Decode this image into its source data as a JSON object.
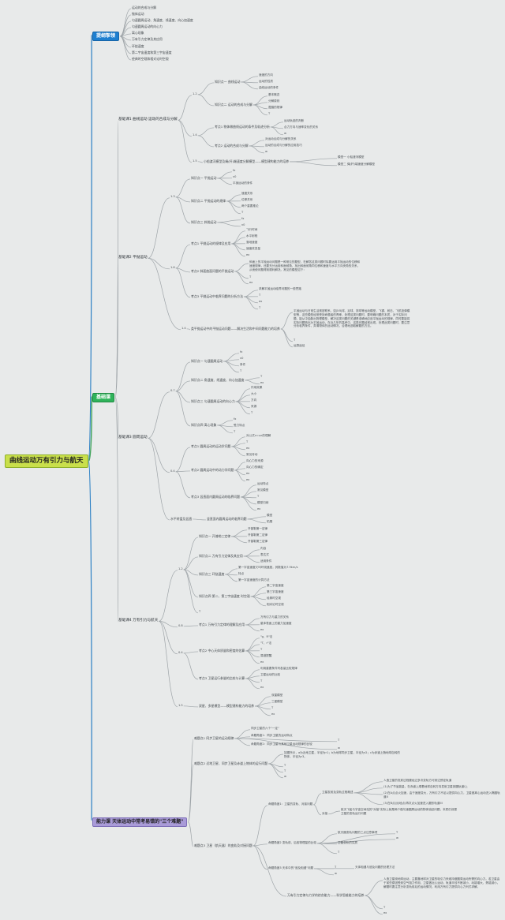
{
  "root": "曲线运动万有引力与航天",
  "branch_a": {
    "title": "提纲挈领",
    "items": [
      "运动的合成与分解",
      "抛体运动",
      "匀速圆周运动、角速度、线速度、向心加速度",
      "匀速圆周运动的向心力",
      "离心现象",
      "万有引力定律及其应用",
      "环绕速度",
      "第二宇宙速度和第三宇宙速度",
      "经典时空观和相对论时空观"
    ]
  },
  "branch_b": {
    "title": "基础课",
    "s1": {
      "title": "基础课1 曲线运动 运动的合成与分解",
      "level_1a": "1.2",
      "k1": {
        "title": "知识点一 曲线运动",
        "items": [
          "速度的方向",
          "运动的性质",
          "曲线运动的条件"
        ]
      },
      "k2": {
        "title": "知识点二 运动的合成与分解",
        "items": [
          "基本概念",
          "分解原则",
          "遵循的规律",
          "T"
        ]
      },
      "level_1b": "1.4",
      "e1": {
        "title": "考点1 物体做曲线运动的条件及轨迹分析",
        "items": [
          "运动轨迹的判断",
          "合力方向与速率变化的关系",
          "w"
        ]
      },
      "e2": {
        "title": "考点2 运动的合成与分解",
        "items": [
          "对运动合成与分解的关系",
          "运动的合成与分解的应用技巧",
          "w"
        ]
      },
      "level_1c": "1.5",
      "m": "小船渡河模型及绳(杆)端速度分解模型——模型建构能力的培养",
      "m_items": [
        "模型一 小船渡河模型",
        "模型二 绳(杆)端速度分解模型"
      ]
    },
    "s2": {
      "title": "基础课2 平抛运动",
      "level_a": "1.3",
      "k1": {
        "title": "知识点一 平抛运动",
        "items": [
          "fx",
          "v0",
          "平抛运动的条件"
        ]
      },
      "k2": {
        "title": "知识点二 平抛运动的规律",
        "items": [
          "速度关系",
          "位移关系",
          "两个重要推论",
          "T"
        ]
      },
      "k3": {
        "title": "知识点三 斜抛运动",
        "items": [
          "fx",
          "v0"
        ]
      },
      "level_b": "1.6",
      "e1": {
        "title": "考点1 平抛运动的规律及应用",
        "items": [
          "飞行时间",
          "水平射程",
          "落地速度",
          "速度改变量",
          "ex"
        ]
      },
      "e2": {
        "title": "考点2 斜面曲面问题的平抛运动",
        "para": "斜面上的平抛运动问题是一种常见的题型，在解答这类问题时除要运用平抛运动的位移和速度规律，还要充分运用斜面倾角，找出斜面倾角同位移和速度与水平方向夹角的关系，从而使问题得到顺利解决。常见的模型如下：",
        "tail": [
          "T",
          "ex"
        ]
      },
      "e3": {
        "title": "考点3 平抛运动中临界问题的分析方法",
        "items": [
          "求解平抛运动临界问题的一般思路",
          "T",
          "ex",
          "T"
        ]
      },
      "level_c": "1.4",
      "m": "类平抛运动中的平抛运动问题——解决生活和中间问题能力的培养",
      "m_para": "平抛运动与日常生活紧密联系，如乒乓球、足球、排球等运动模型，飞镖、射击、飞机投弹模型等，这些模型经常受到命题者的青睐，处理这类问题时，要明确问题的本质，对于实际问题，能从中抽象出物理模型，解决这类问题的关键是准确地应用平抛运动的规律，同时要能将实际问题转化为平抛运动，在近几年的高考中，这类问题经常出现，处理此类问题时，要注意分析临界条件，弄清物体的运动情况，合理地选取解题的方法。",
      "m_tail": [
        "T",
        "运算途径"
      ]
    },
    "s3": {
      "title": "基础课3 圆周运动",
      "level_a": "0.7",
      "k1": {
        "title": "知识点一 匀速圆周运动",
        "items": [
          "fx",
          "v0",
          "条件",
          "T"
        ]
      },
      "k2": {
        "title": "知识点二 角速度、线速度、向心加速度",
        "items": [
          "T",
          "ex"
        ]
      },
      "k3": {
        "title": "知识点三 匀速圆周运动的向心力",
        "items": [
          "作用效果",
          "大小",
          "方向",
          "来源",
          "T"
        ]
      },
      "k4": {
        "title": "知识点四 离心现象",
        "items": [
          "fx",
          "受力特点",
          "T"
        ]
      },
      "level_b": "0.4",
      "e1": {
        "title": "考点1 圆周运动的运动学问题",
        "items": [
          "对公式v=ωr的理解",
          "T",
          "ex",
          "常见传动"
        ]
      },
      "e2": {
        "title": "考点2 圆周运动中的动力学问题",
        "items": [
          "向心力的来源",
          "向心力的确定",
          "ex",
          "ex"
        ]
      },
      "e3": {
        "title": "考点3 竖直面内圆周运动的临界问题",
        "items": [
          "运动特点",
          "常见模型",
          "T",
          "模型归纳",
          "ex"
        ]
      },
      "m": "水平转盘及竖直",
      "m2": "竖直面内圆周运动的临界问题",
      "m_items": [
        "模型",
        "拓展"
      ]
    },
    "s4": {
      "title": "基础课4 万有引力与航天",
      "level_a": "1.2",
      "k1": {
        "title": "知识点一 开普勒三定律",
        "items": [
          "开普勒第一定律",
          "开普勒第二定律",
          "开普勒第三定律"
        ]
      },
      "k2": {
        "title": "知识点二 万有引力定律及其应用",
        "items": [
          "内容",
          "表达式",
          "适用条件"
        ]
      },
      "k3": {
        "title": "知识点三 环绕速度",
        "items": [
          "第一宇宙速度又叫环绕速度，其数值为7.9km/s",
          "特点",
          "第一宇宙速度的计算方法"
        ]
      },
      "k4": {
        "title": "知识点四 第二、第三宇宙速度 时空观",
        "items": [
          "第二宇宙速度",
          "第三宇宙速度",
          "经典时空观",
          "相对论时空观"
        ]
      },
      "tail": "T",
      "level_b": "0.8",
      "e1": {
        "title": "考点1 万有引力定律的理解及应用",
        "items": [
          "万有引力与重力的关系",
          "星体表面上的重力加速度",
          "ex"
        ]
      },
      "level_c": "0.4",
      "e2": {
        "title": "考点2 中心天体质量和密度的估算",
        "items": [
          "\"g、R\"法",
          "\"T、r\"法",
          "T",
          "易错提醒",
          "ex"
        ]
      },
      "e3": {
        "title": "考点3 卫星运行参量的比较与计算",
        "items": [
          "利用重要条件列各量比较规律",
          "卫星运动的比较",
          "T",
          "ex"
        ]
      },
      "level_d": "1.5",
      "m": "双星、多星模型——模型建构能力的培养",
      "m_items": [
        "双星模型",
        "三星模型",
        "T",
        "ex"
      ]
    }
  },
  "branch_c": {
    "title": "能力课 天体运动中常考易错的\"三个难题\"",
    "d1": {
      "title": "难题点1 同步卫星的运动规律",
      "items": [
        "同步卫星的六个\"一定\"",
        "命题角度1：同步卫星的运动特点",
        "命题角度2：同步卫星与其他卫星运动规律的比较"
      ],
      "tail": [
        "T",
        "w"
      ]
    },
    "d2": {
      "title": "难题点2 近地卫星、同步卫星及赤道上物体的运行问题",
      "para": "如图所示，a为近地卫星，半径为r1；b为地球同步卫星，半径为r2；c为赤道上随地球自转的物体，半径为r3。",
      "tail": [
        "T",
        "T",
        "w"
      ]
    },
    "d3": {
      "title": "难题点3 卫星（航天器）的变轨及对接问题",
      "a1": {
        "title": "命题角度1：卫星的变轨、对接问题",
        "sub": "卫星发射及变轨过程概述",
        "lines": [
          "人造卫星的发射过程要经过多次变轨方可到达预定轨道",
          "(1)为了节省能量，在赤道上顺着地球自转方向发射卫星到圆轨道I上",
          "(2)在A点点火加速，由于速度变大，万有引力不足以提供向心力，卫星做离心运动进入椭圆轨道II",
          "(3)在B点(远地点)再次点火加速进入圆形轨道III"
        ],
        "sub2": "对接",
        "line2": "航天飞船与宇宙空间站的\"对接\"实际上就是两个做匀速圆周运动的物体追赶问题，本质仍然是卫星的变轨运行问题"
      },
      "a2": {
        "title": "命题角度2 变轨前、后各物理量的比较",
        "items": [
          "航天器变轨问题的三点注意事项",
          "卫星变轨的实质"
        ],
        "tail": [
          "T",
          "w",
          "T"
        ]
      },
      "a3": {
        "title": "命题角度3 天体中的\"追及相遇\"问题",
        "items": [
          "T",
          "天体相遇与追及问题的处理方法"
        ],
        "tail2": [
          "w"
        ]
      },
      "m": "万有引力定律与力学的综合能力——科学思维能力的培养",
      "m_para": "人造卫星绕地球运动，主要靠地球对卫星的吸引力来维持做圆周运动所需的向心力。若卫星由于某些原因受到空气阻力作用，卫星做近心运动，轨道半径不断减小，动能增大，势能减小。解题时要注意分析变轨前后的运动情况，利用万有引力提供向心力列式求解。",
      "m_tail": [
        "T",
        "ex"
      ]
    }
  }
}
